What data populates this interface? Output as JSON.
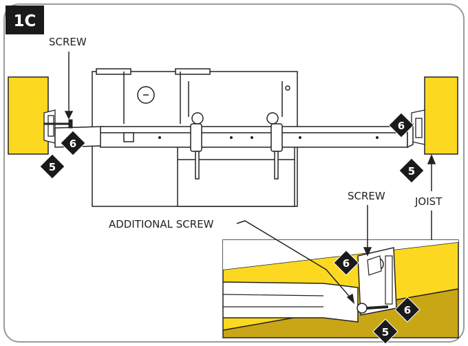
{
  "figure": {
    "badge": "1C",
    "labels": {
      "screw_top": "SCREW",
      "screw_inset": "SCREW",
      "joist": "JOIST",
      "additional_screw": "ADDITIONAL SCREW"
    },
    "steps": {
      "a": "6",
      "b": "5",
      "c": "6",
      "d": "5",
      "e": "6",
      "f": "6",
      "g": "5"
    },
    "colors": {
      "joist_yellow": "#fcd920",
      "joist_dark": "#c9a616",
      "outline": "#222222",
      "frame_border": "#9a9a9a"
    }
  }
}
